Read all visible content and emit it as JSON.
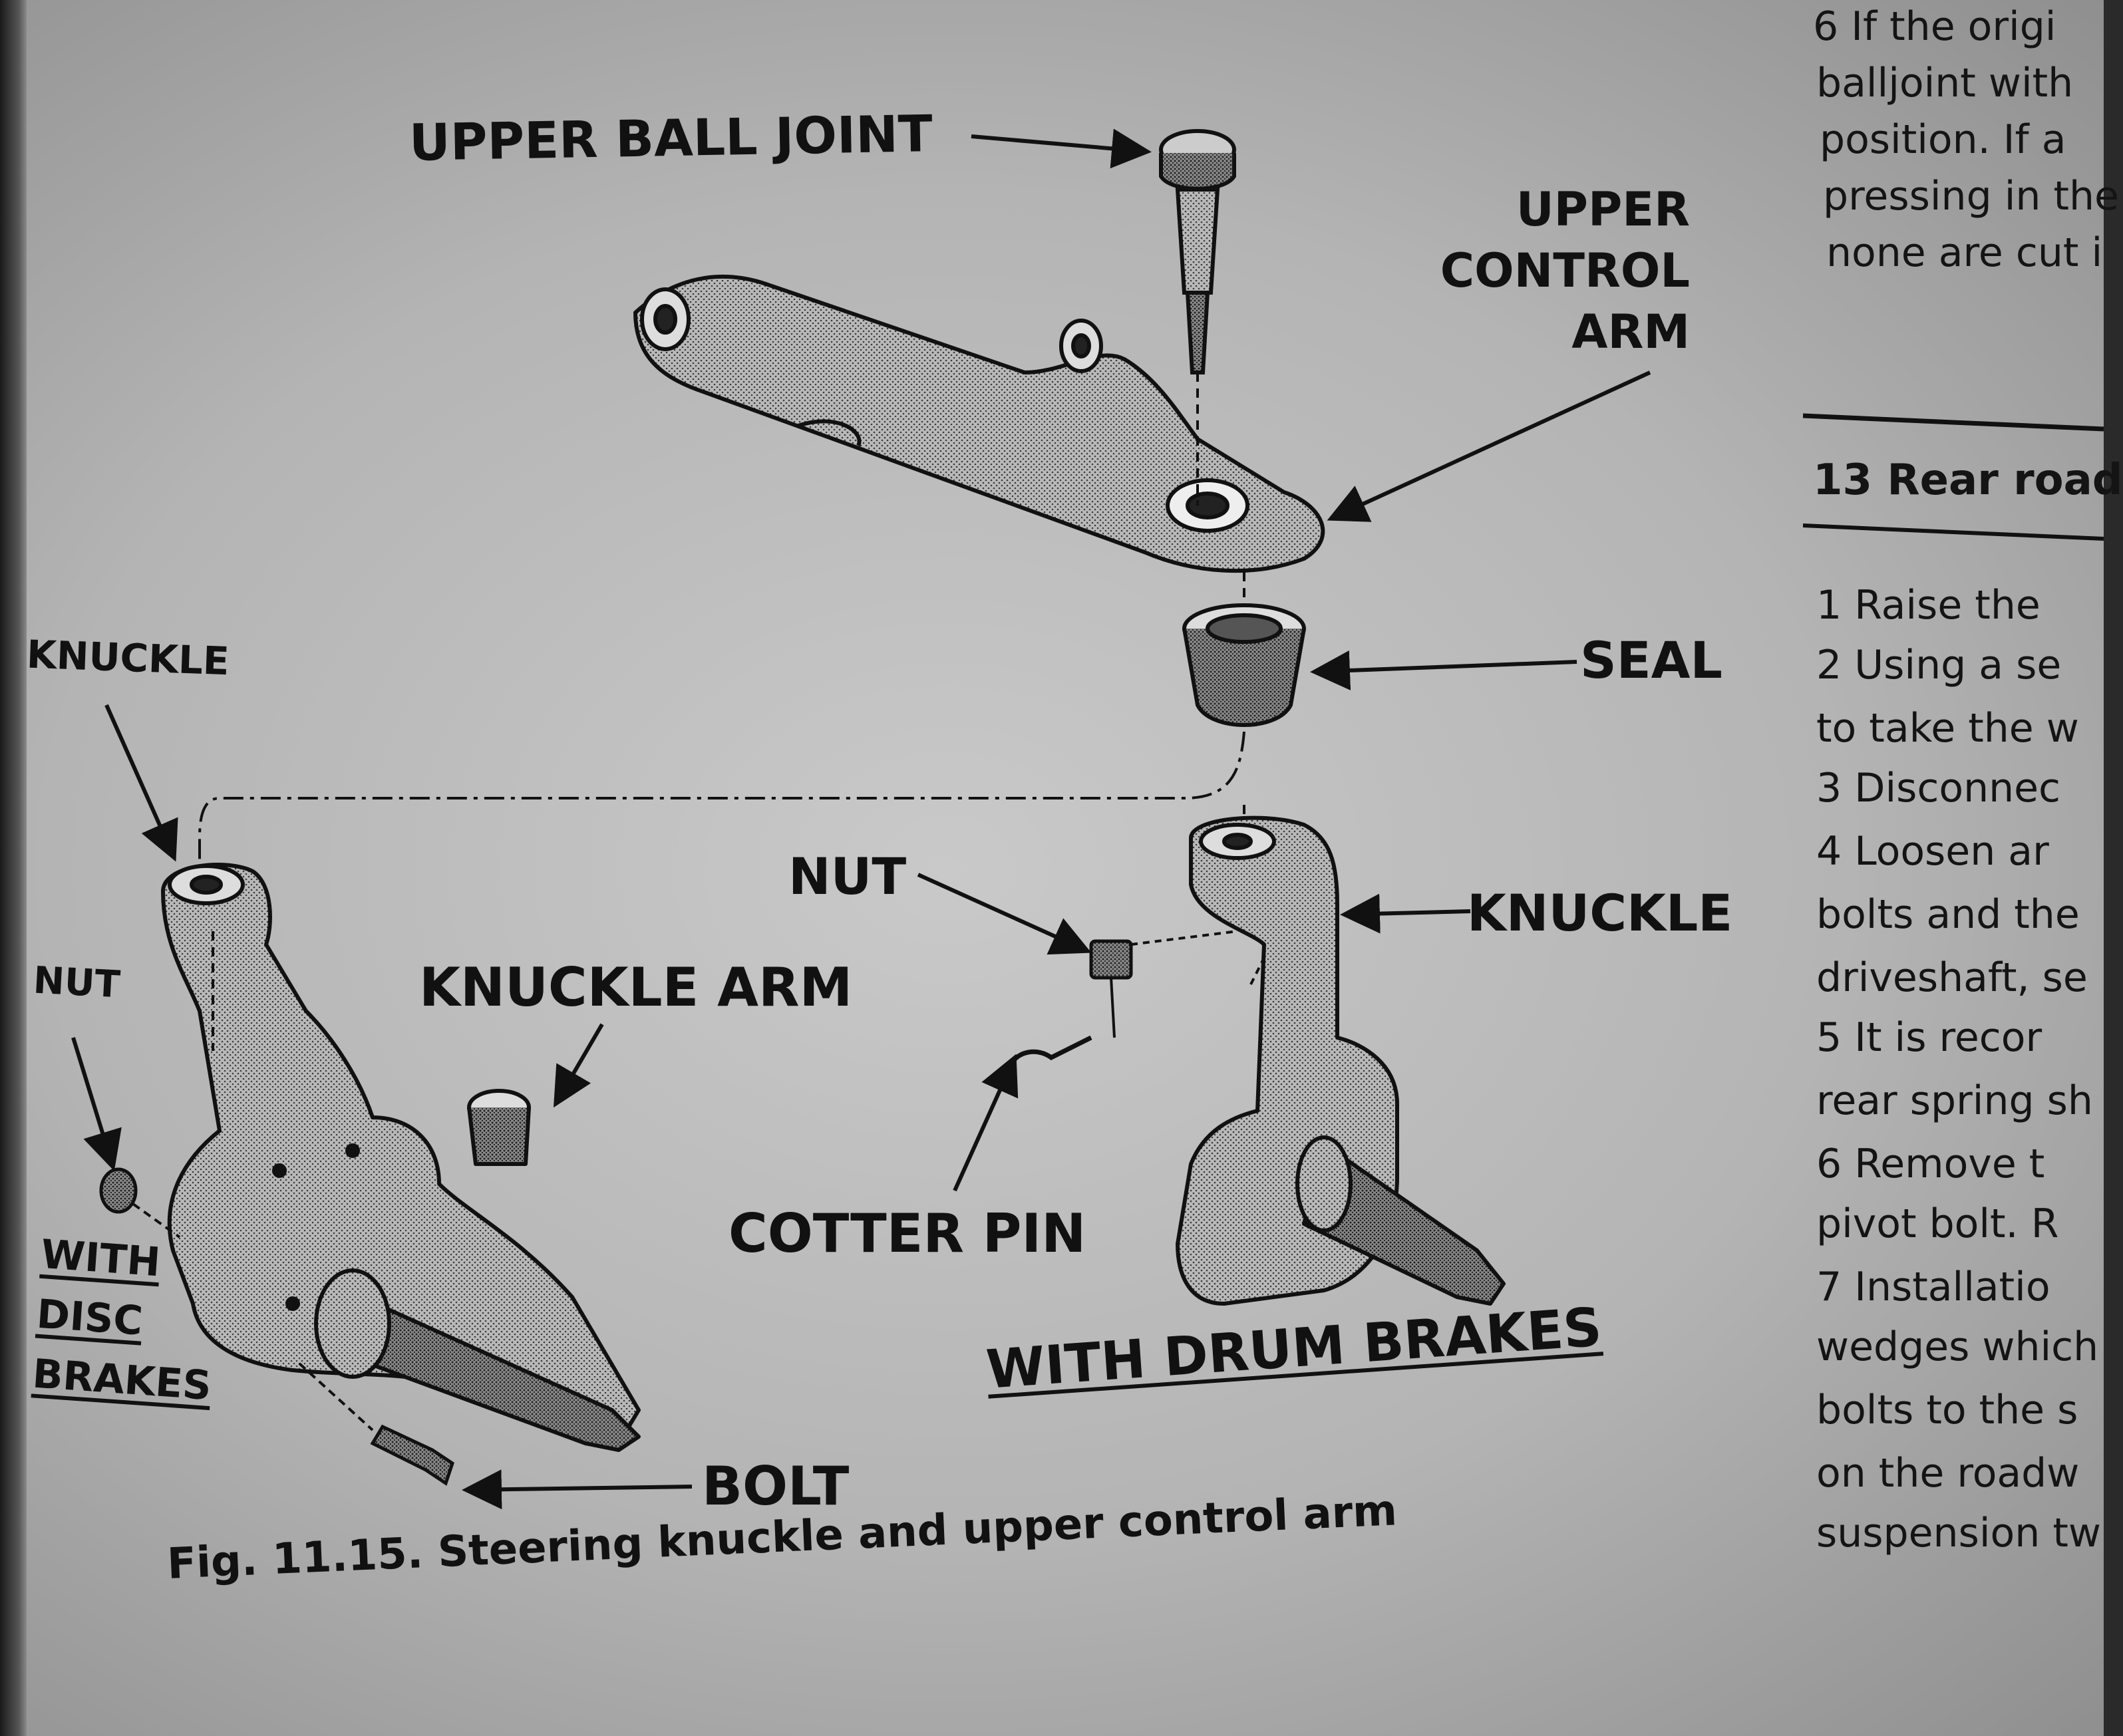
{
  "figure": {
    "caption": "Fig. 11.15. Steering knuckle and upper control arm",
    "labels": {
      "upper_ball_joint": "UPPER BALL JOINT",
      "upper_control_arm": [
        "UPPER",
        "CONTROL",
        "ARM"
      ],
      "seal": "SEAL",
      "knuckle_left": "KNUCKLE",
      "knuckle_right": "KNUCKLE",
      "nut_center": "NUT",
      "nut_left": "NUT",
      "knuckle_arm": "KNUCKLE ARM",
      "cotter_pin": "COTTER PIN",
      "bolt": "BOLT",
      "with_drum_brakes": "WITH DRUM BRAKES",
      "with_disc_brakes": [
        "WITH",
        "DISC",
        "BRAKES"
      ]
    }
  },
  "right_column": {
    "top_lines": [
      "6  If the origi",
      "balljoint with",
      "position. If a",
      "pressing in the",
      "none are cut i"
    ],
    "section_heading": "13 Rear road",
    "steps": [
      "1   Raise the",
      "2   Using a se",
      "to take the w",
      "3   Disconnec",
      "4   Loosen ar",
      "bolts and the",
      "driveshaft, se",
      "5   It is recor",
      "rear spring sh",
      "6   Remove t",
      "pivot bolt. R",
      "7   Installatio",
      "wedges which",
      "bolts to the s",
      "on the roadw",
      "suspension tw"
    ]
  }
}
